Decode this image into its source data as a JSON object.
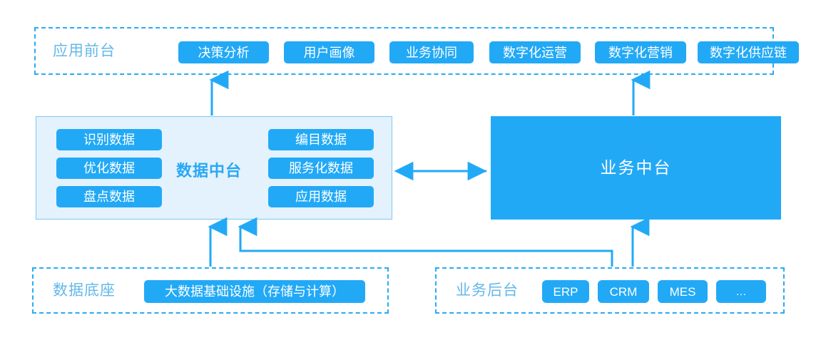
{
  "colors": {
    "accent_blue": "#22a9f6",
    "label_blue": "#63b8ea",
    "title_blue": "#29a8f5",
    "panel_bg": "#e4f2fd",
    "panel_border": "#7dc8f0",
    "dashed_border": "#2aaaf5",
    "white": "#ffffff"
  },
  "front_office": {
    "label": "应用前台",
    "items": [
      {
        "label": "决策分析"
      },
      {
        "label": "用户画像"
      },
      {
        "label": "业务协同"
      },
      {
        "label": "数字化运营"
      },
      {
        "label": "数字化营销"
      },
      {
        "label": "数字化供应链"
      }
    ]
  },
  "data_platform": {
    "title": "数据中台",
    "left_items": [
      {
        "label": "识别数据"
      },
      {
        "label": "优化数据"
      },
      {
        "label": "盘点数据"
      }
    ],
    "right_items": [
      {
        "label": "编目数据"
      },
      {
        "label": "服务化数据"
      },
      {
        "label": "应用数据"
      }
    ]
  },
  "business_platform": {
    "title": "业务中台"
  },
  "data_foundation": {
    "label": "数据底座",
    "items": [
      {
        "label": "大数据基础设施（存储与计算）"
      }
    ]
  },
  "business_backend": {
    "label": "业务后台",
    "items": [
      {
        "label": "ERP"
      },
      {
        "label": "CRM"
      },
      {
        "label": "MES"
      },
      {
        "label": "…"
      }
    ]
  }
}
